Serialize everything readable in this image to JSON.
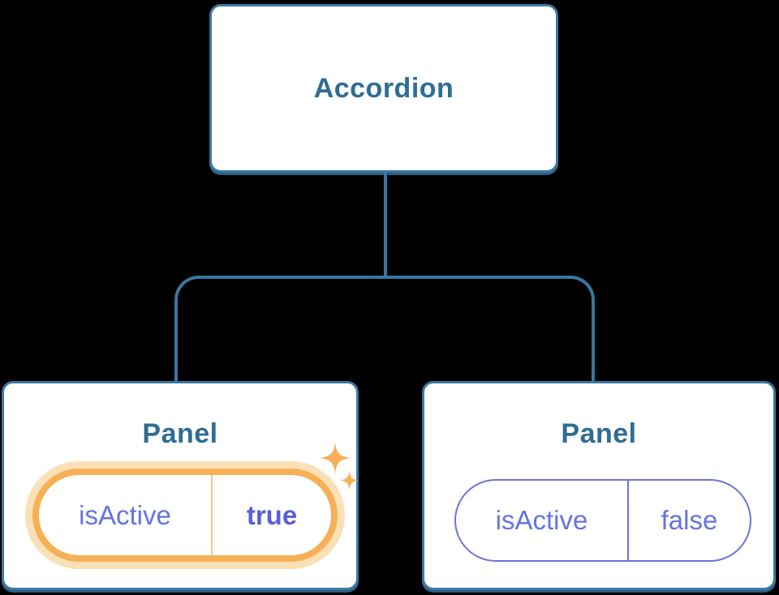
{
  "diagram": {
    "root": {
      "label": "Accordion"
    },
    "panels": [
      {
        "title": "Panel",
        "prop_name": "isActive",
        "prop_value": "true",
        "highlighted": true
      },
      {
        "title": "Panel",
        "prop_name": "isActive",
        "prop_value": "false",
        "highlighted": false
      }
    ]
  },
  "icons": [
    {
      "name": "sparkle-icon-large"
    },
    {
      "name": "sparkle-icon-small"
    }
  ],
  "colors": {
    "background": "#000000",
    "node_background": "#ffffff",
    "node_border_blue": "#3b79a3",
    "node_border_shadow": "#2c5e7f",
    "node_text_blue": "#2e6d94",
    "connector_blue": "#3a76a0",
    "prop_text_purple": "#6673e1",
    "prop_value_bold_purple": "#5a5fd6",
    "prop_border_purple": "#6b74dd",
    "highlight_orange": "#f6b056",
    "highlight_glow": "#fbe0b5",
    "highlight_divider": "#f3c47f",
    "sparkle_orange": "#f5b155"
  }
}
